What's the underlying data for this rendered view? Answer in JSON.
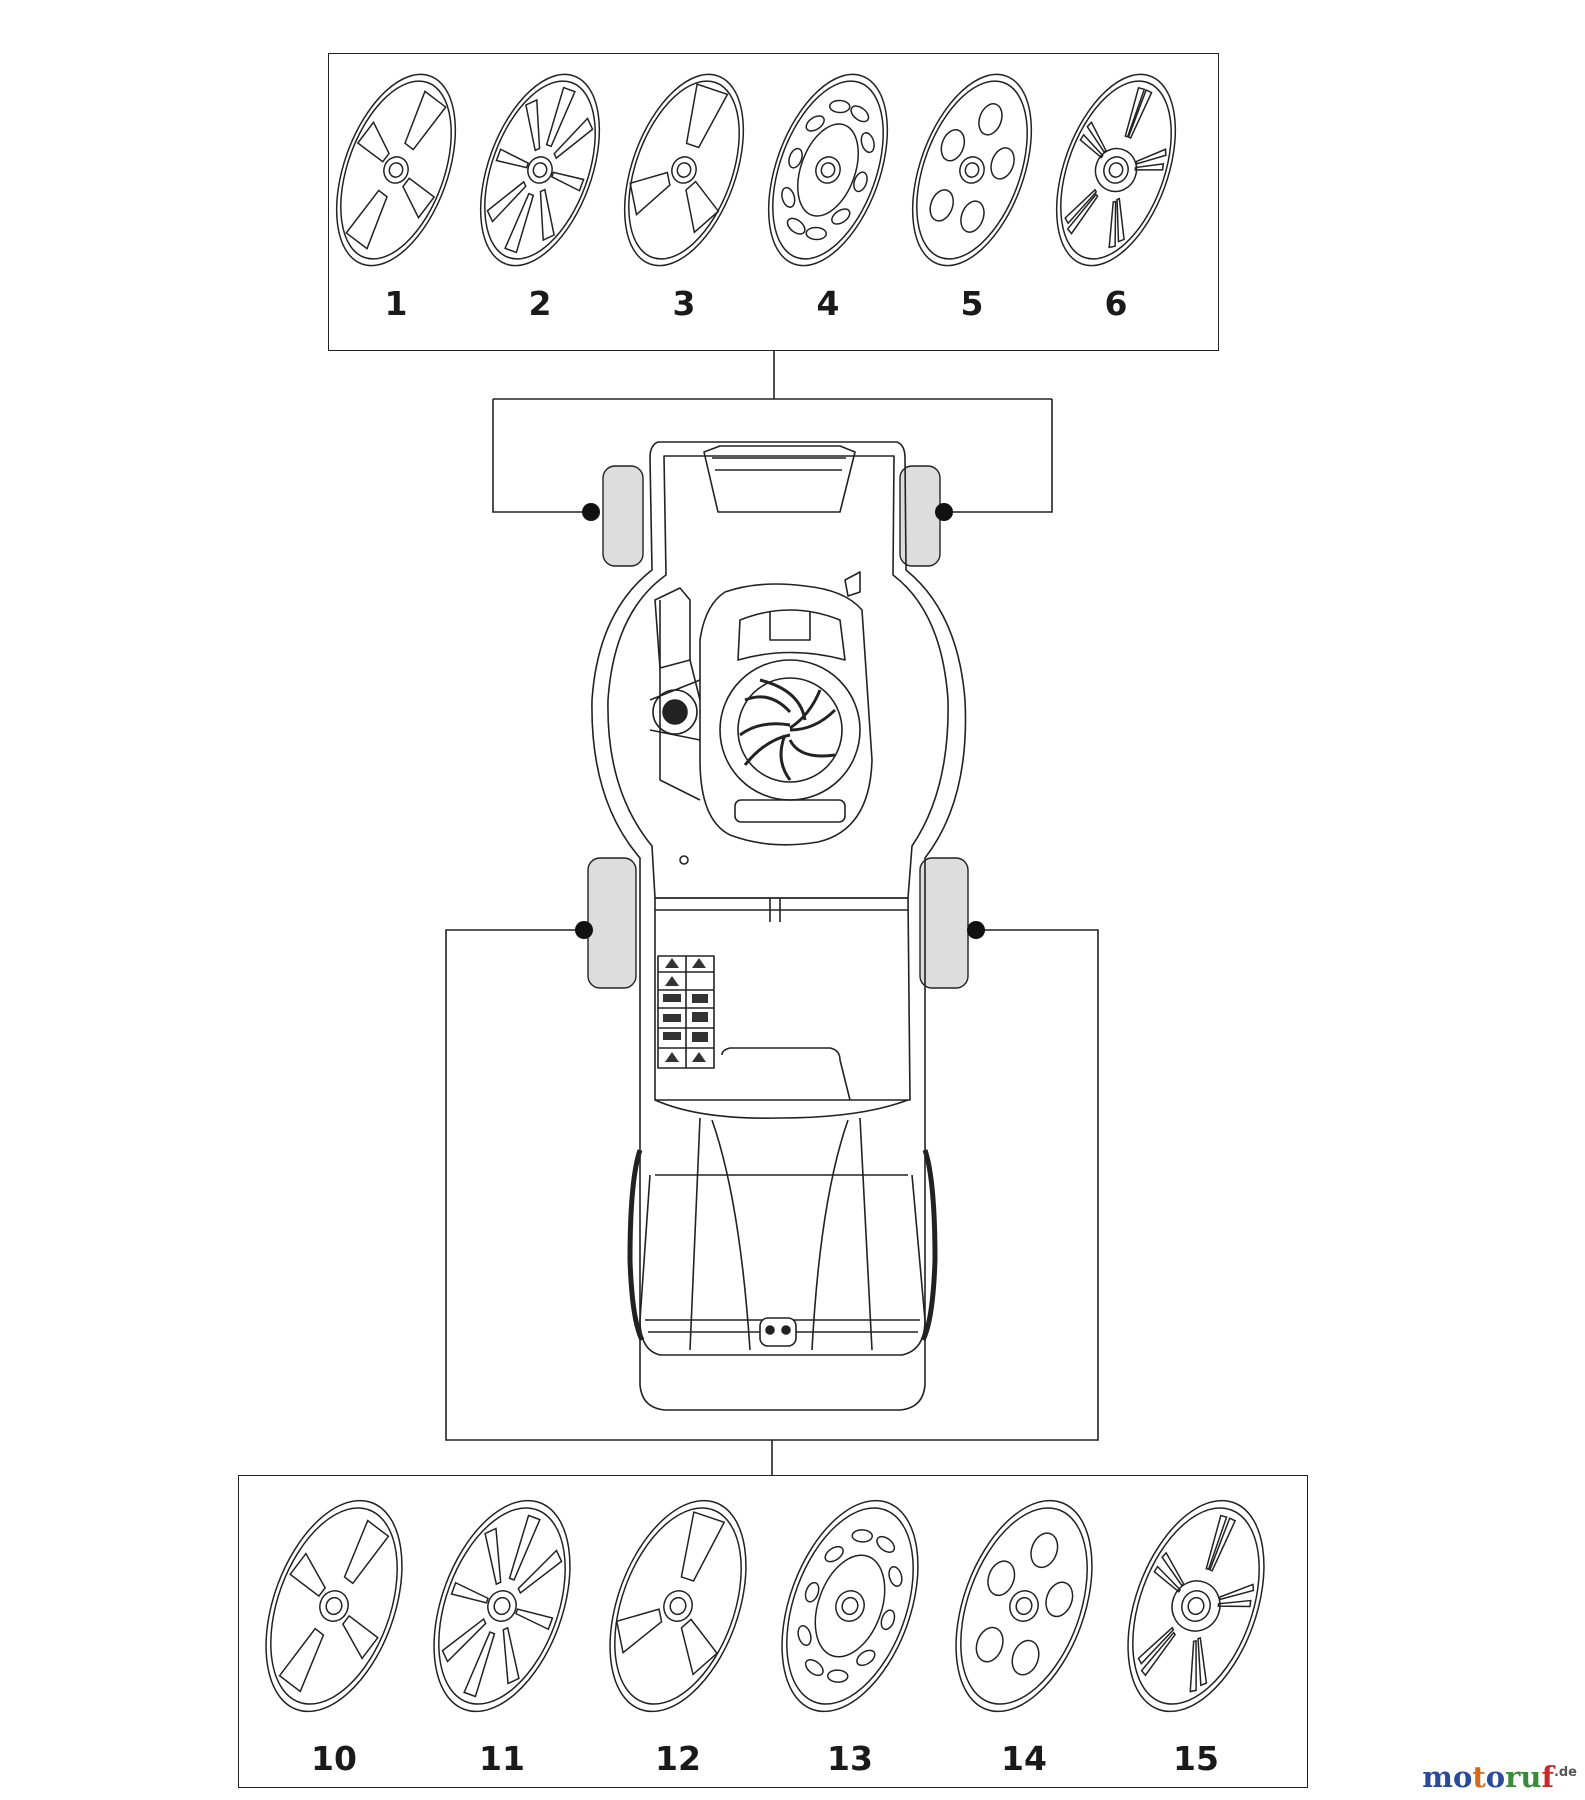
{
  "top_row": {
    "labels": [
      "1",
      "2",
      "3",
      "4",
      "5",
      "6"
    ],
    "styles": [
      "four-spoke-triangle",
      "eight-spoke",
      "three-spoke",
      "ring-slots",
      "five-holes",
      "double-spoke"
    ]
  },
  "bottom_row": {
    "labels": [
      "10",
      "11",
      "12",
      "13",
      "14",
      "15"
    ],
    "styles": [
      "four-spoke-triangle",
      "eight-spoke",
      "three-spoke",
      "ring-slots",
      "five-holes",
      "double-spoke"
    ]
  },
  "watermark": {
    "letters": [
      "m",
      "o",
      "t",
      "o",
      "r",
      "u",
      "f"
    ],
    "letter_colors": [
      "#2b4a9a",
      "#2b4a9a",
      "#d4691a",
      "#2b4a9a",
      "#3a8a3a",
      "#3a8a3a",
      "#c62828"
    ],
    "suffix": ".de"
  },
  "colors": {
    "line": "#222222",
    "wheel_fill": "#dddddd",
    "dot": "#111111"
  }
}
